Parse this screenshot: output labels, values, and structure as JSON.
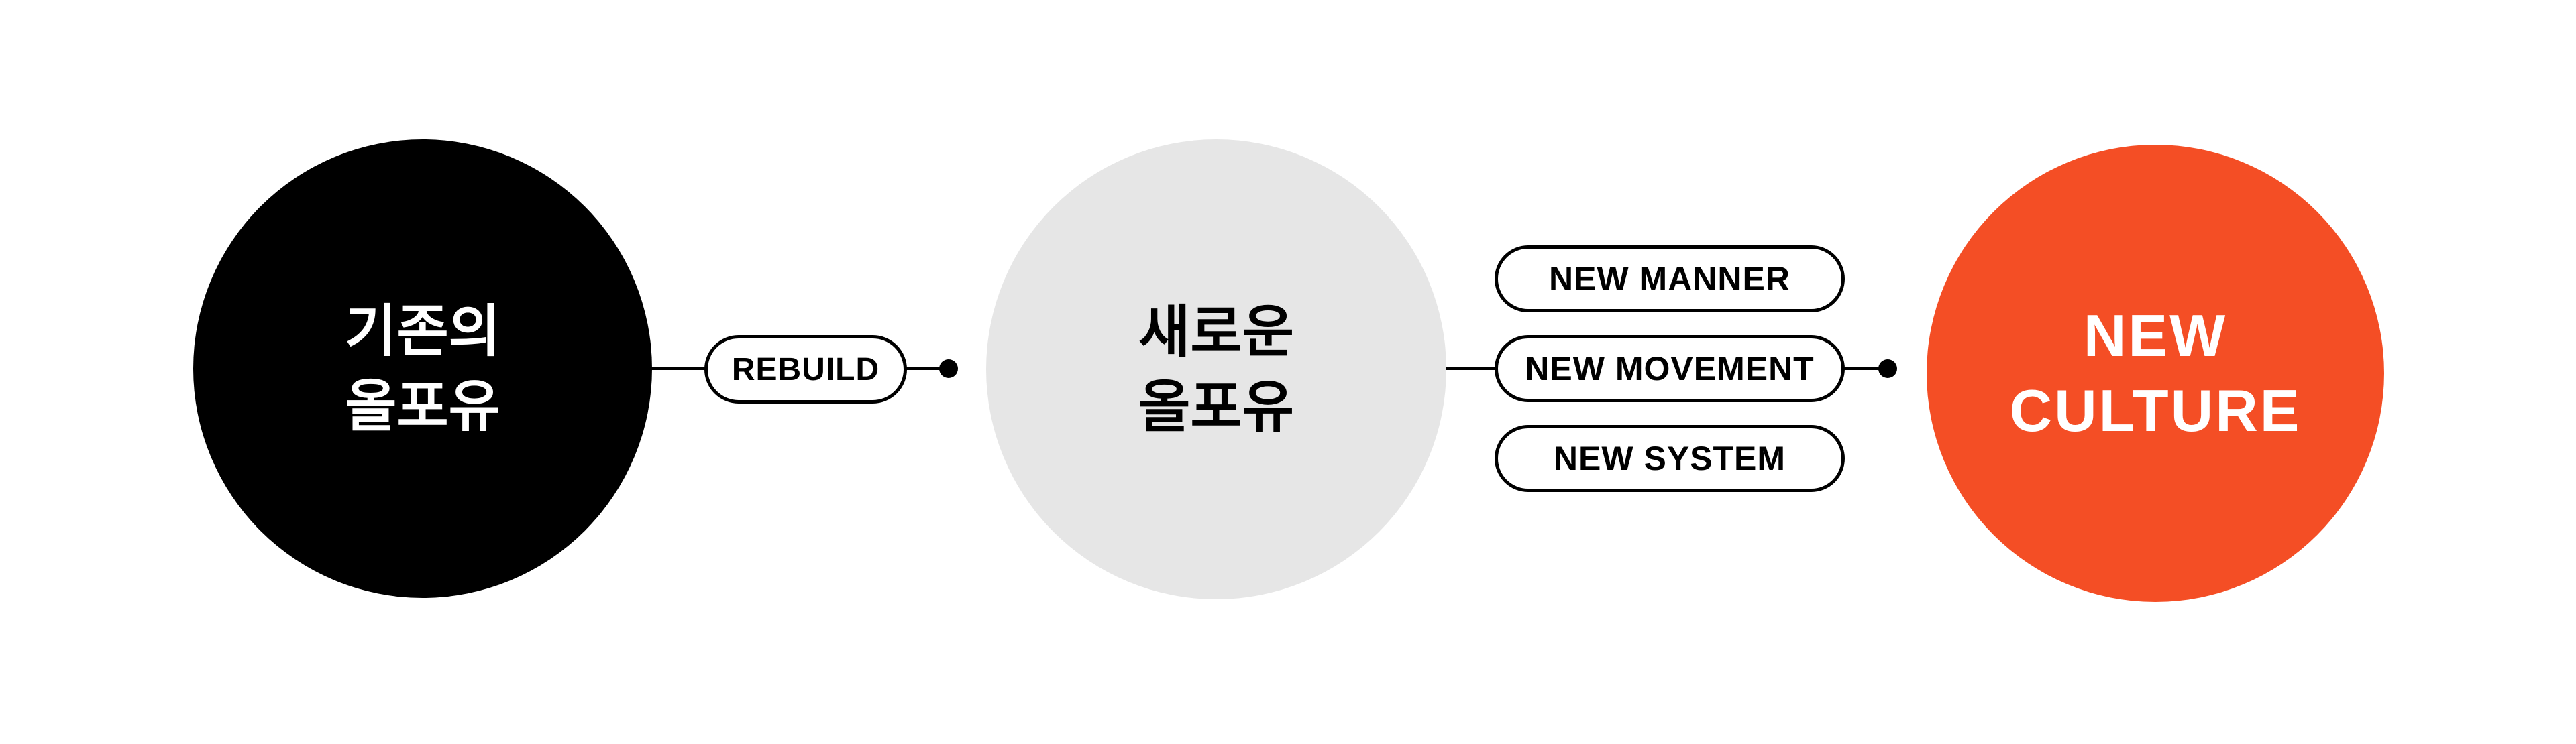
{
  "stage_old": {
    "line1": "기존의",
    "line2": "올포유",
    "color": "#000000"
  },
  "transition_label": "REBUILD",
  "stage_new": {
    "line1": "새로운",
    "line2": "올포유",
    "color": "#e6e6e6"
  },
  "pillars": [
    "NEW MANNER",
    "NEW MOVEMENT",
    "NEW SYSTEM"
  ],
  "stage_result": {
    "line1": "NEW",
    "line2": "CULTURE",
    "color": "#f44e25"
  }
}
